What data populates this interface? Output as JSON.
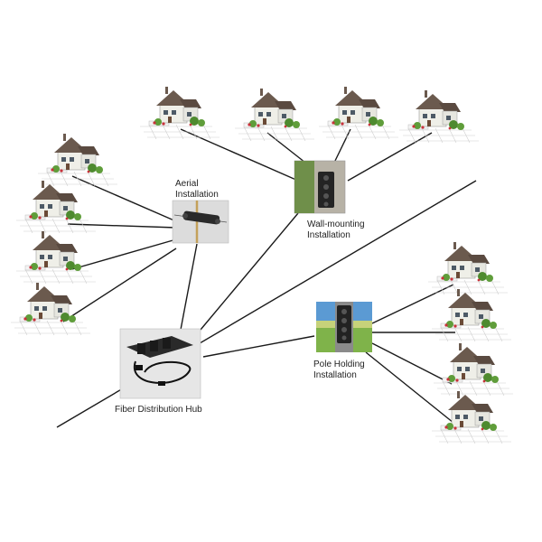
{
  "diagram": {
    "hub": {
      "label": "Fiber Distribution Hub"
    },
    "aerial": {
      "line1": "Aerial",
      "line2": "Installation"
    },
    "wall": {
      "line1": "Wall-mounting",
      "line2": "Installation"
    },
    "pole": {
      "line1": "Pole Holding",
      "line2": "Installation"
    }
  },
  "colors": {
    "line": "#1a1a1a",
    "roof": "#6b5a4e",
    "wall": "#efefe8",
    "grass": "#5f9d3a",
    "flower": "#c8323a",
    "lawn": "#d8d8d8",
    "sky": "#5b9ad3",
    "field": "#7fb34a"
  }
}
